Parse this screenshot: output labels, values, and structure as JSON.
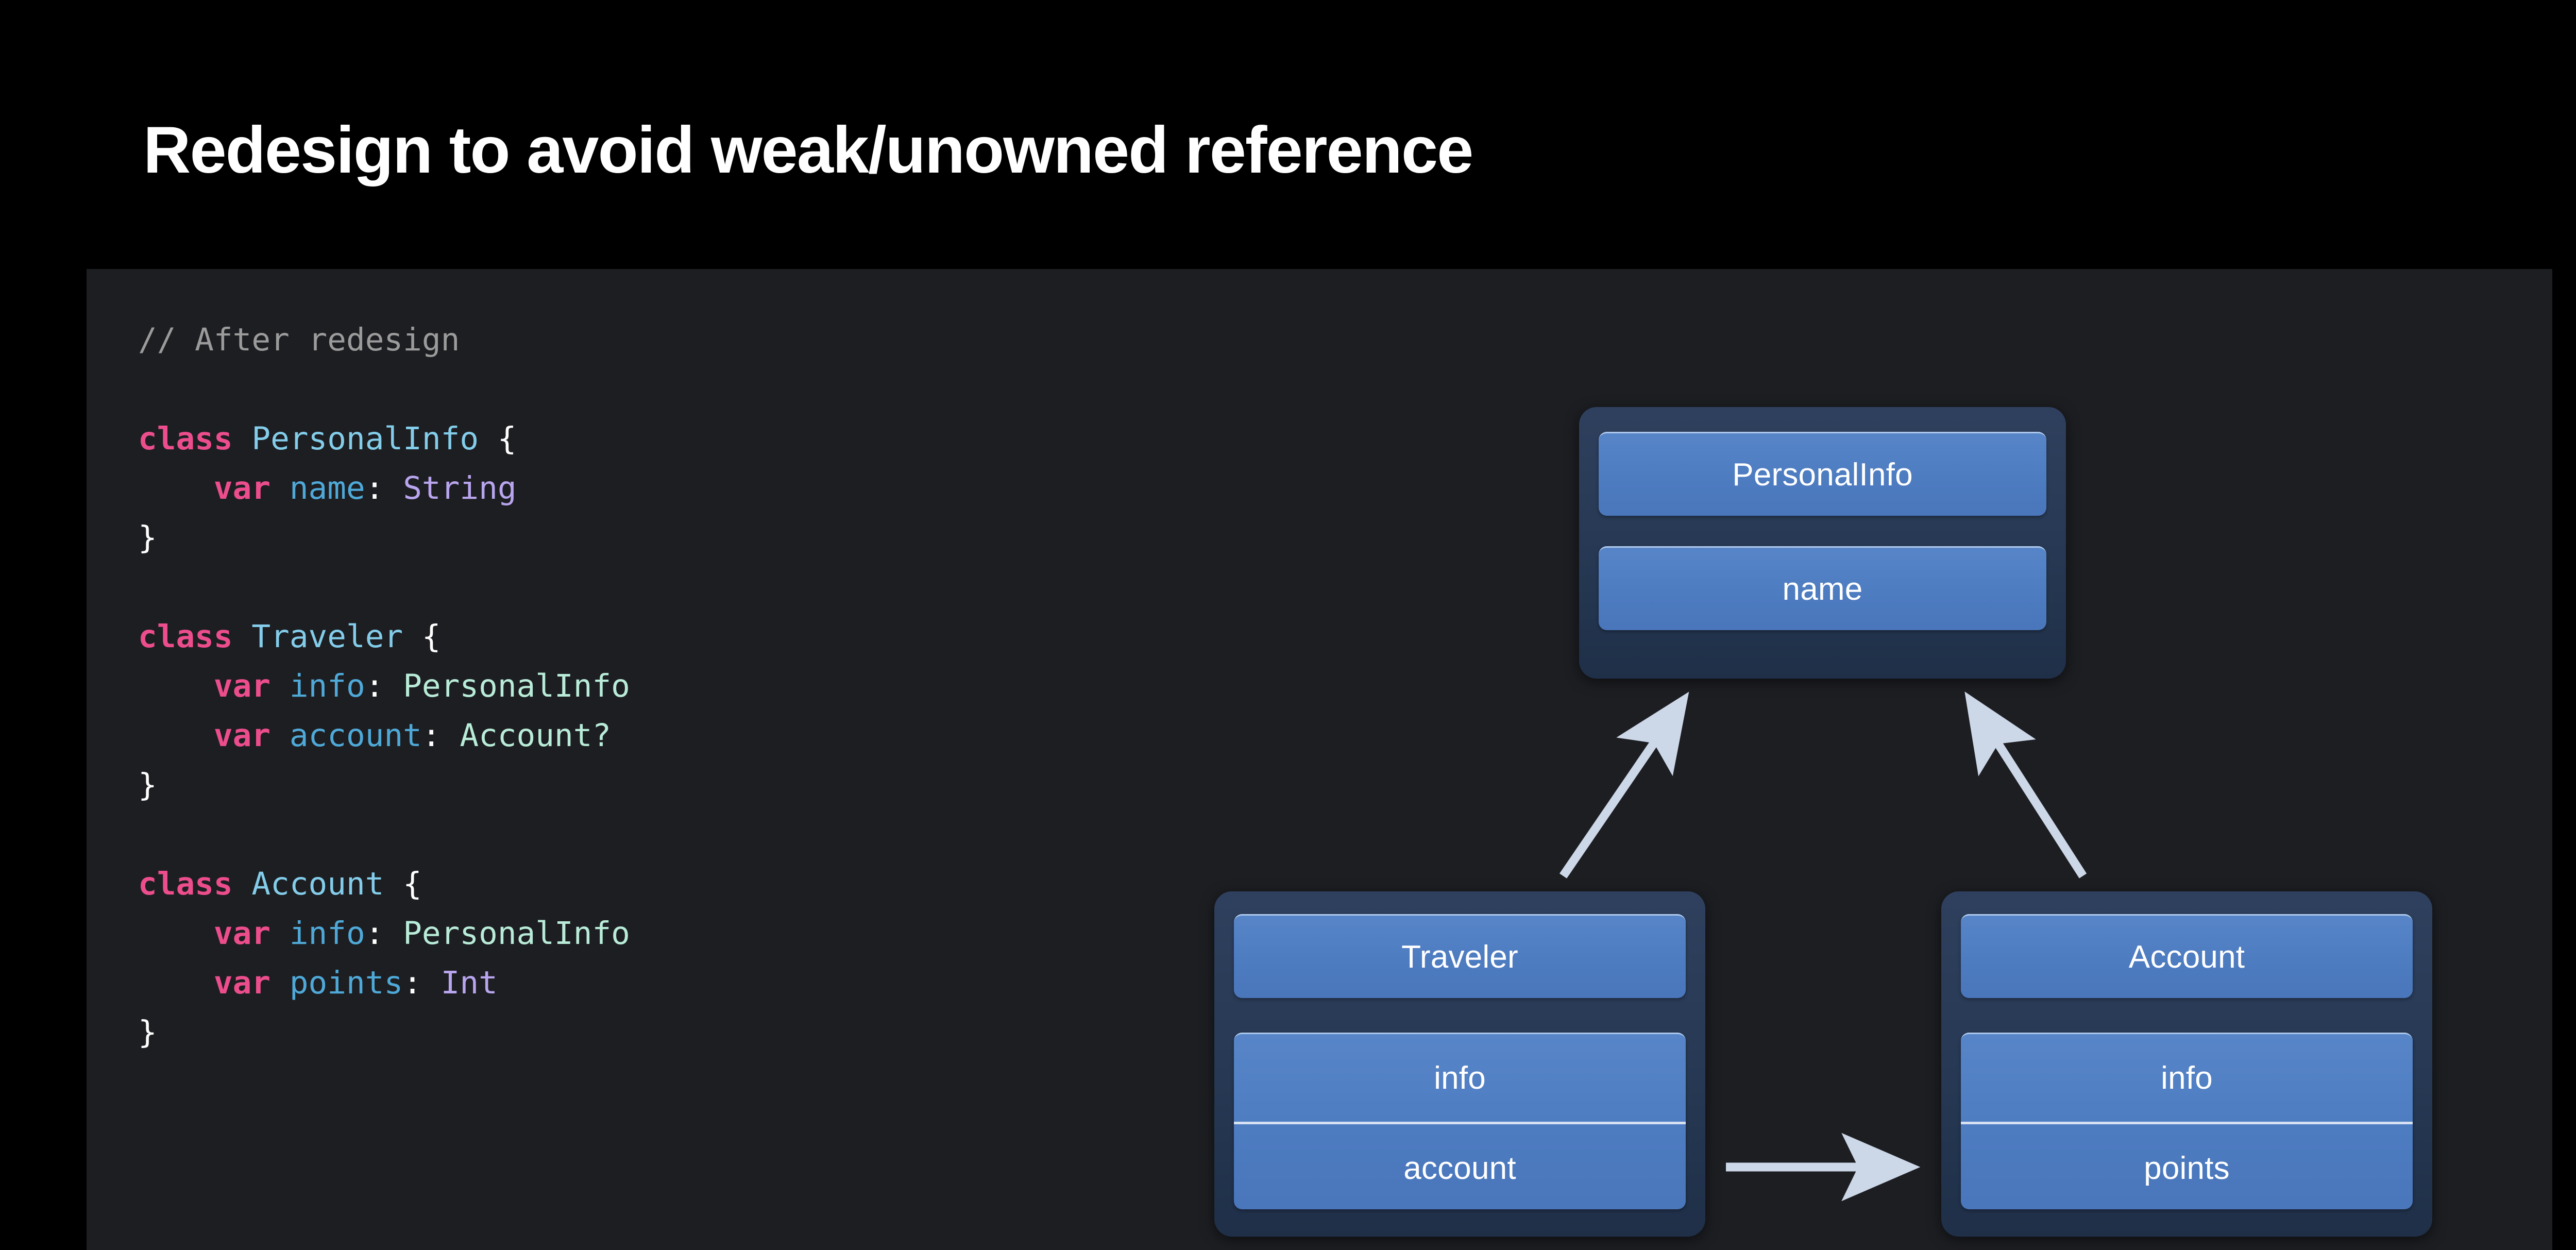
{
  "slide": {
    "title": "Redesign to avoid weak/unowned reference",
    "background_color": "#000000",
    "code_panel_color": "#1d1e22"
  },
  "code": {
    "language": "swift",
    "lines": [
      [
        {
          "t": "// After redesign",
          "c": "comment"
        }
      ],
      [],
      [
        {
          "t": "class",
          "c": "keyword"
        },
        {
          "t": " ",
          "c": "plain"
        },
        {
          "t": "PersonalInfo",
          "c": "classname"
        },
        {
          "t": " {",
          "c": "plain"
        }
      ],
      [
        {
          "t": "    ",
          "c": "plain"
        },
        {
          "t": "var",
          "c": "keyword"
        },
        {
          "t": " ",
          "c": "plain"
        },
        {
          "t": "name",
          "c": "prop"
        },
        {
          "t": ": ",
          "c": "plain"
        },
        {
          "t": "String",
          "c": "type"
        }
      ],
      [
        {
          "t": "}",
          "c": "plain"
        }
      ],
      [],
      [
        {
          "t": "class",
          "c": "keyword"
        },
        {
          "t": " ",
          "c": "plain"
        },
        {
          "t": "Traveler",
          "c": "classname"
        },
        {
          "t": " {",
          "c": "plain"
        }
      ],
      [
        {
          "t": "    ",
          "c": "plain"
        },
        {
          "t": "var",
          "c": "keyword"
        },
        {
          "t": " ",
          "c": "plain"
        },
        {
          "t": "info",
          "c": "prop"
        },
        {
          "t": ": ",
          "c": "plain"
        },
        {
          "t": "PersonalInfo",
          "c": "typeref"
        }
      ],
      [
        {
          "t": "    ",
          "c": "plain"
        },
        {
          "t": "var",
          "c": "keyword"
        },
        {
          "t": " ",
          "c": "plain"
        },
        {
          "t": "account",
          "c": "prop"
        },
        {
          "t": ": ",
          "c": "plain"
        },
        {
          "t": "Account?",
          "c": "typeref"
        }
      ],
      [
        {
          "t": "}",
          "c": "plain"
        }
      ],
      [],
      [
        {
          "t": "class",
          "c": "keyword"
        },
        {
          "t": " ",
          "c": "plain"
        },
        {
          "t": "Account",
          "c": "classname"
        },
        {
          "t": " {",
          "c": "plain"
        }
      ],
      [
        {
          "t": "    ",
          "c": "plain"
        },
        {
          "t": "var",
          "c": "keyword"
        },
        {
          "t": " ",
          "c": "plain"
        },
        {
          "t": "info",
          "c": "prop"
        },
        {
          "t": ": ",
          "c": "plain"
        },
        {
          "t": "PersonalInfo",
          "c": "typeref"
        }
      ],
      [
        {
          "t": "    ",
          "c": "plain"
        },
        {
          "t": "var",
          "c": "keyword"
        },
        {
          "t": " ",
          "c": "plain"
        },
        {
          "t": "points",
          "c": "prop"
        },
        {
          "t": ": ",
          "c": "plain"
        },
        {
          "t": "Int",
          "c": "type"
        }
      ],
      [
        {
          "t": "}",
          "c": "plain"
        }
      ]
    ],
    "syntax_colors": {
      "comment": "#9b9b9b",
      "keyword": "#ec4d8c",
      "classname": "#83cdea",
      "prop": "#4fa9d8",
      "type": "#b9a5ee",
      "typeref": "#b9ecd8",
      "plain": "#ffffff"
    }
  },
  "diagram": {
    "box_fill": "#4d7bc0",
    "box_outer_fill": "#273952",
    "arrow_color": "#ccd7e8",
    "boxes": {
      "personalinfo": {
        "title": "PersonalInfo",
        "properties": [
          "name"
        ]
      },
      "traveler": {
        "title": "Traveler",
        "properties": [
          "info",
          "account"
        ]
      },
      "account": {
        "title": "Account",
        "properties": [
          "info",
          "points"
        ]
      }
    },
    "arrows": [
      {
        "from": "traveler",
        "to": "personalinfo",
        "direction": "up-right"
      },
      {
        "from": "account",
        "to": "personalinfo",
        "direction": "up-left"
      },
      {
        "from": "traveler",
        "to": "account",
        "direction": "right"
      }
    ]
  }
}
